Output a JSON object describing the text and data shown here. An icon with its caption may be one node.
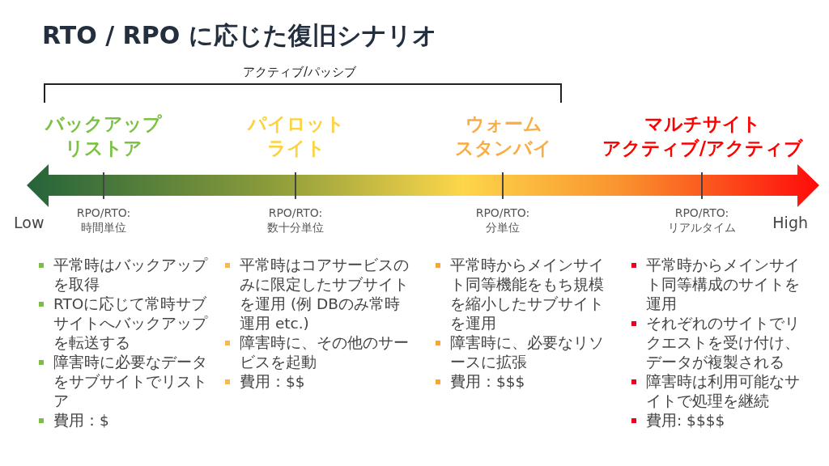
{
  "diagram": {
    "title": "RTO / RPO に応じた復旧シナリオ",
    "labels": [
      "アクティブ/パッシブ",
      "バックアップリストア",
      "パイロットライト",
      "ウォームスタンバイ",
      "マルチサイトアクティブ/アクティブ",
      "Low",
      "RPO/RTO: 時間単位",
      "RPO/RTO: 数十分単位",
      "RPO/RTO: 分単位",
      "RPO/RTO: リアルタイム",
      "High",
      "平常時はバックアップを取得",
      "RTOに応じて常時サブサイトへバックアップを転送する",
      "障害時に必要なデータをサブサイトでリストア",
      "費用：$",
      "平常時はコアサービスのみに限定したサブサイトを運用 (例 DBのみ常時運用 etc.)",
      "障害時に、その他のサービスを起動",
      "費用：$$",
      "平常時からメインサイト同等機能をもち規模を縮小したサブサイトを運用",
      "障害時に、必要なリソースに拡張",
      "費用：$$$",
      "平常時からメインサイト同等構成のサイトを運用",
      "それぞれのサイトでリクエストを受け付け、データが複製される",
      "障害時は利用可能なサイトで処理を継続",
      "費用: $$$$"
    ]
  }
}
